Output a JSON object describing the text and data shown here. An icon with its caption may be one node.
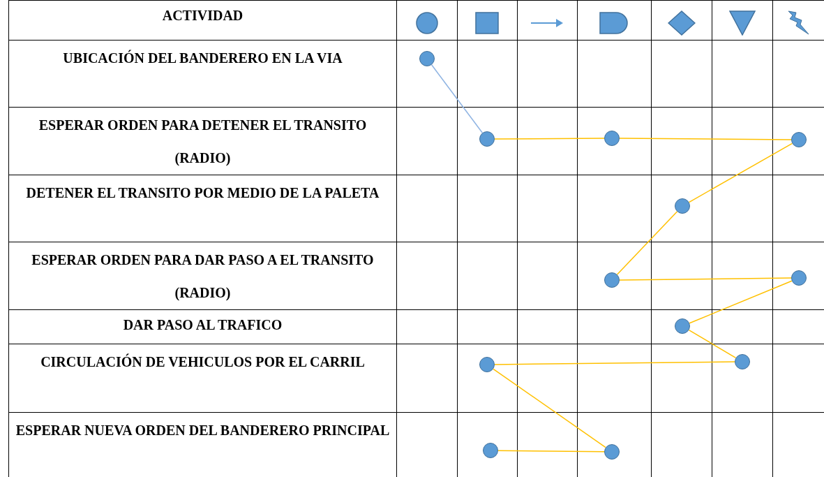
{
  "diagram": {
    "nodes": [
      {
        "text": [],
        "shape": "circle"
      },
      {
        "text": [],
        "shape": "circle"
      },
      {
        "text": [],
        "shape": "circle"
      },
      {
        "text": [],
        "shape": "circle"
      },
      {
        "text": [],
        "shape": "circle"
      },
      {
        "text": [],
        "shape": "circle"
      },
      {
        "text": [],
        "shape": "circle"
      },
      {
        "text": [],
        "shape": "circle"
      },
      {
        "text": [],
        "shape": "circle"
      },
      {
        "text": [],
        "shape": "circle"
      },
      {
        "text": [],
        "shape": "circle"
      },
      {
        "text": [],
        "shape": "circle"
      }
    ],
    "edges": [
      {
        "from": 0,
        "to": 1,
        "arrow": "none",
        "color": "#8fb4e3"
      },
      {
        "from": 1,
        "to": 2,
        "arrow": "none"
      },
      {
        "from": 2,
        "to": 3,
        "arrow": "none"
      },
      {
        "from": 3,
        "to": 4,
        "arrow": "none"
      },
      {
        "from": 4,
        "to": 5,
        "arrow": "none"
      },
      {
        "from": 5,
        "to": 6,
        "arrow": "none"
      },
      {
        "from": 6,
        "to": 7,
        "arrow": "none"
      },
      {
        "from": 7,
        "to": 8,
        "arrow": "none"
      },
      {
        "from": 8,
        "to": 9,
        "arrow": "none"
      },
      {
        "from": 9,
        "to": 10,
        "arrow": "none"
      },
      {
        "from": 10,
        "to": 11,
        "arrow": "none"
      }
    ],
    "labels": [
      "ACTIVIDAD",
      "UBICACIÓN DEL BANDERERO EN LA VIA",
      "ESPERAR ORDEN PARA DETENER EL TRANSITO (RADIO)",
      "DETENER EL TRANSITO POR MEDIO DE LA PALETA",
      "ESPERAR ORDEN PARA DAR PASO A EL TRANSITO (RADIO)",
      "DAR PASO AL TRAFICO",
      "CIRCULACIÓN DE VEHICULOS POR EL CARRIL",
      "ESPERAR NUEVA ORDEN DEL BANDERERO PRINCIPAL"
    ]
  }
}
